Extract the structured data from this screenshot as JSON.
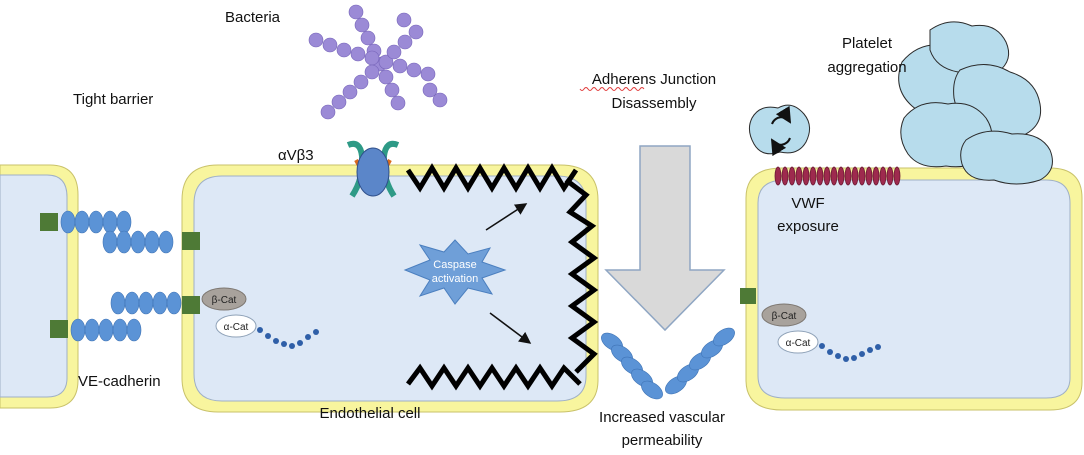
{
  "labels": {
    "bacteria": "Bacteria",
    "tight_barrier": "Tight barrier",
    "integrin": "αVβ3",
    "adherens_line1": "Adherens Junction",
    "adherens_line2": "Disassembly",
    "platelet_line1": "Platelet",
    "platelet_line2": "aggregation",
    "vwf_line1": "VWF",
    "vwf_line2": "exposure",
    "ve_cadherin": "VE-cadherin",
    "endothelial_cell": "Endothelial cell",
    "permeability_line1": "Increased vascular",
    "permeability_line2": "permeability",
    "beta_cat_middle": "β-Cat",
    "alpha_cat_middle": "α-Cat",
    "beta_cat_right": "β-Cat",
    "alpha_cat_right": "α-Cat",
    "caspase_line1": "Caspase",
    "caspase_line2": "activation"
  },
  "colors": {
    "cell_fill": "#dde8f6",
    "membrane": "#f8f59e",
    "cadherin_bead": "#5b93d6",
    "junction_square": "#4e7a36",
    "caspase_star": "#6f9fd8",
    "bacteria": "#9b8ad6",
    "platelet": "#b7dcec",
    "vwf": "#9e2a4e",
    "arrow_fill": "#d9d9d9",
    "broken_edge": "#000000"
  }
}
